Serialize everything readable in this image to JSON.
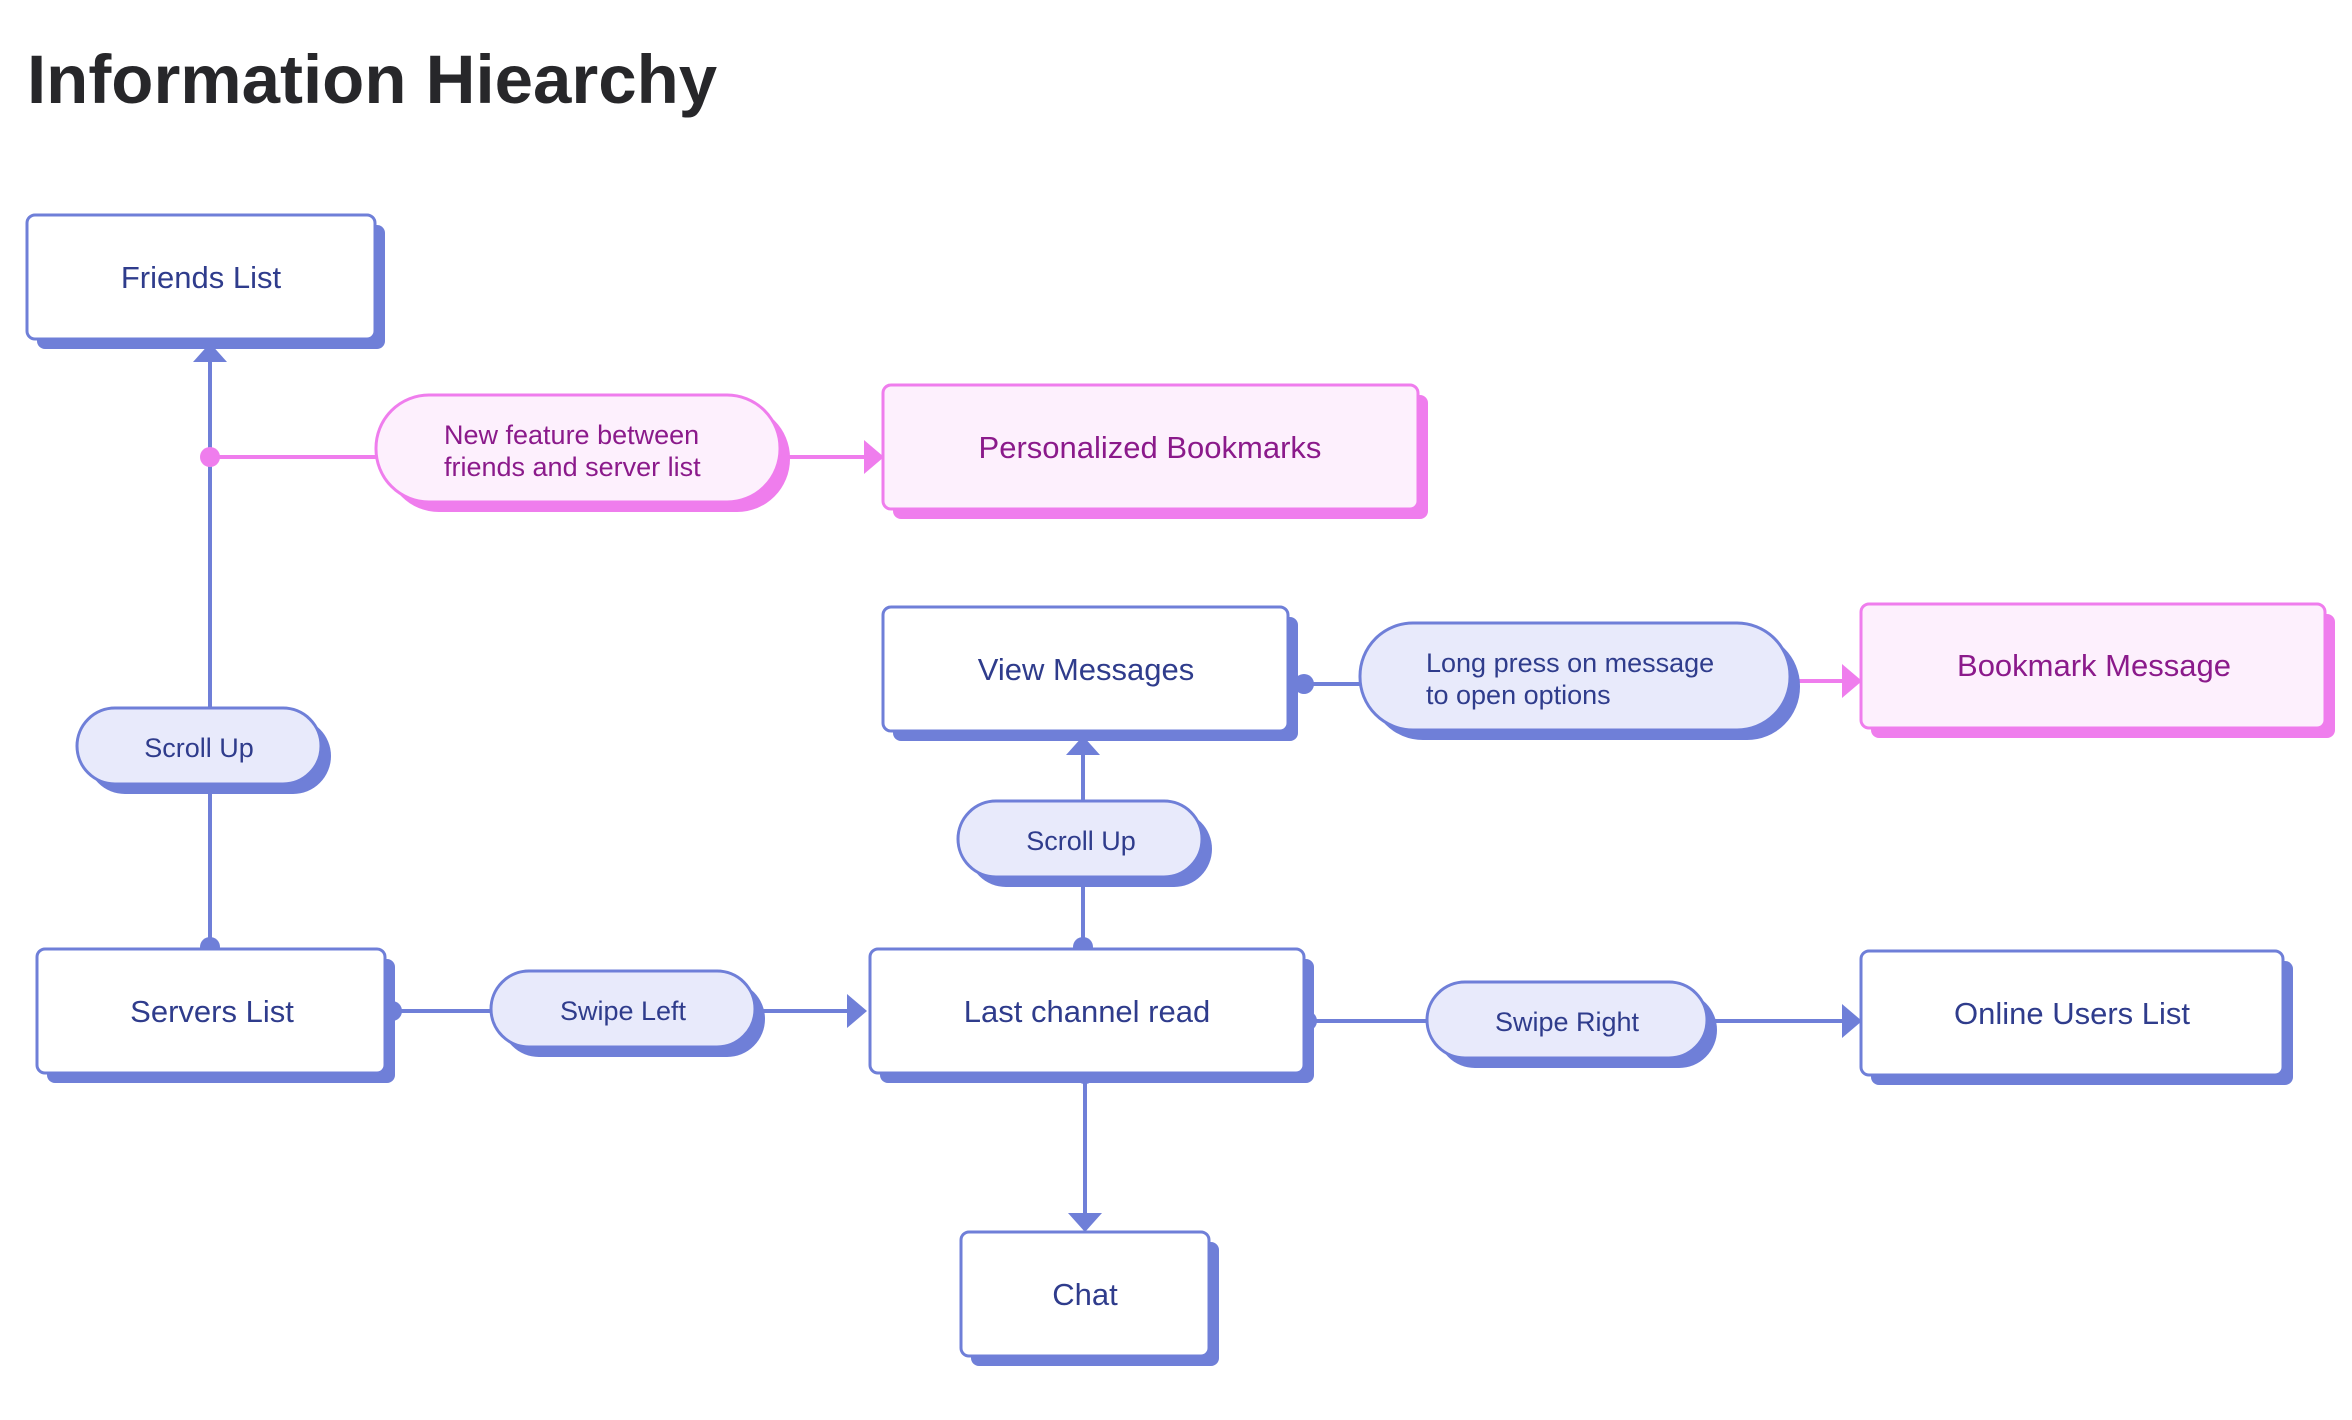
{
  "title": "Information Hiearchy",
  "colors": {
    "blue_stroke": "#6f7fd8",
    "blue_text": "#2f3c8c",
    "blue_pill_fill": "#e8eafb",
    "pink_stroke": "#ef7ded",
    "pink_text": "#8b1a8b",
    "pink_fill": "#fdf0fd"
  },
  "nodes": {
    "friends_list": "Friends List",
    "personalized_bookmarks": "Personalized Bookmarks",
    "view_messages": "View Messages",
    "bookmark_message": "Bookmark Message",
    "servers_list": "Servers List",
    "last_channel_read": "Last channel read",
    "online_users_list": "Online Users List",
    "chat": "Chat"
  },
  "pills": {
    "new_feature": [
      "New feature between",
      "friends and server list"
    ],
    "long_press": [
      "Long press on message",
      "to open options"
    ],
    "scroll_up_left": "Scroll Up",
    "scroll_up_center": "Scroll Up",
    "swipe_left": "Swipe Left",
    "swipe_right": "Swipe Right"
  }
}
